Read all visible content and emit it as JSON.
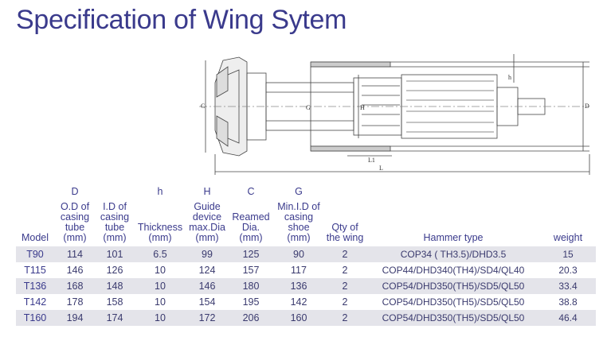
{
  "title": "Specification of Wing Sytem",
  "drawing": {
    "labels": {
      "C": "C",
      "G": "G",
      "H": "H",
      "D": "D",
      "h": "h",
      "L1": "L1",
      "L": "L"
    }
  },
  "table": {
    "letters": [
      "",
      "D",
      "",
      "h",
      "H",
      "C",
      "G",
      "",
      "",
      ""
    ],
    "headers": [
      [
        "Model"
      ],
      [
        "O.D of",
        "casing",
        "tube",
        "(mm)"
      ],
      [
        "I.D of",
        "casing",
        "tube",
        "(mm)"
      ],
      [
        "Thickness",
        "(mm)"
      ],
      [
        "Guide",
        "device",
        "max.Dia",
        "(mm)"
      ],
      [
        "Reamed",
        "Dia.",
        "(mm)"
      ],
      [
        "Min.I.D of",
        "casing",
        "shoe",
        "(mm)"
      ],
      [
        "Qty of",
        "the wing"
      ],
      [
        "Hammer type"
      ],
      [
        "weight"
      ]
    ],
    "rows": [
      [
        "T90",
        "114",
        "101",
        "6.5",
        "99",
        "125",
        "90",
        "2",
        "COP34 ( TH3.5)/DHD3.5",
        "15"
      ],
      [
        "T115",
        "146",
        "126",
        "10",
        "124",
        "157",
        "117",
        "2",
        "COP44/DHD340(TH4)/SD4/QL40",
        "20.3"
      ],
      [
        "T136",
        "168",
        "148",
        "10",
        "146",
        "180",
        "136",
        "2",
        "COP54/DHD350(TH5)/SD5/QL50",
        "33.4"
      ],
      [
        "T142",
        "178",
        "158",
        "10",
        "154",
        "195",
        "142",
        "2",
        "COP54/DHD350(TH5)/SD5/QL50",
        "38.8"
      ],
      [
        "T160",
        "194",
        "174",
        "10",
        "172",
        "206",
        "160",
        "2",
        "COP54/DHD350(TH5)/SD5/QL50",
        "46.4"
      ]
    ]
  }
}
